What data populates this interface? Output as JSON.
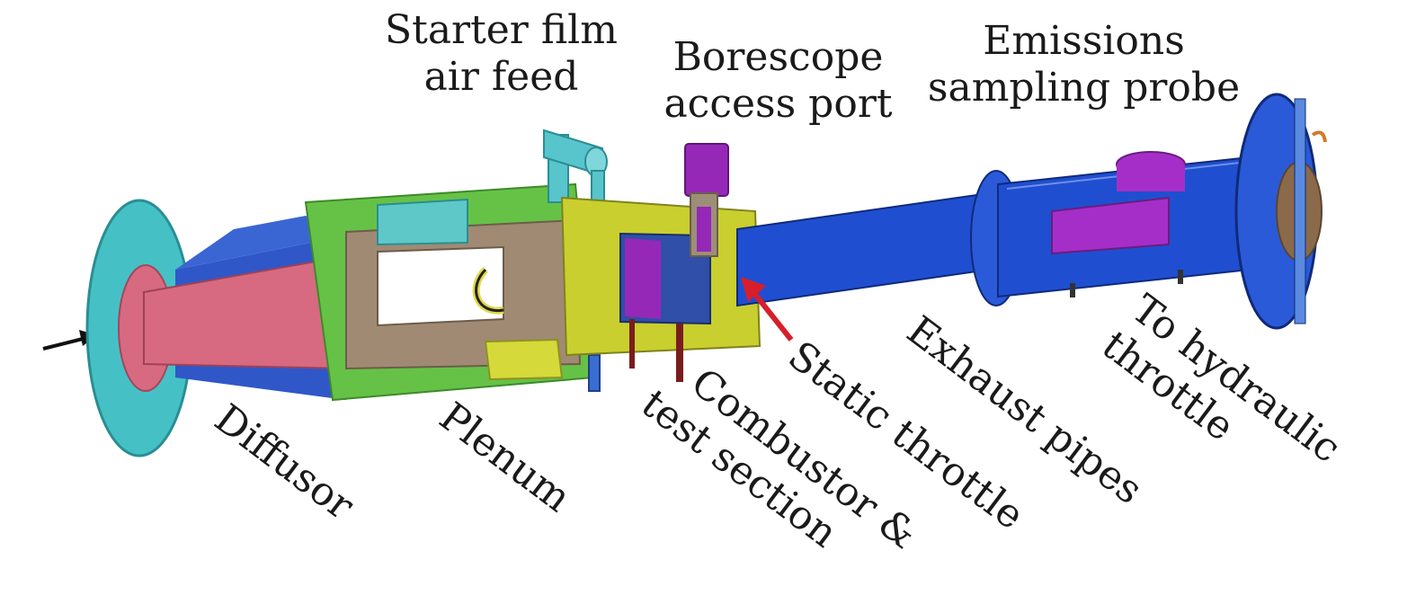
{
  "labels": {
    "starter_film": [
      "Starter film",
      "air feed"
    ],
    "borescope": [
      "Borescope",
      "access port"
    ],
    "emissions": [
      "Emissions",
      "sampling probe"
    ],
    "diffusor": "Diffusor",
    "plenum": "Plenum",
    "combustor": [
      "Combustor &",
      "test section"
    ],
    "static_throttle": "Static throttle",
    "exhaust_pipes": "Exhaust pipes",
    "hydraulic_throttle": [
      "To hydraulic",
      "throttle"
    ]
  },
  "colors": {
    "diffusor_flange": "#45c1c6",
    "diffusor_cone": "#d76a80",
    "diffusor_shell": "#2f57c8",
    "plenum_body": "#a08a74",
    "plenum_green": "#66c246",
    "plenum_yellow": "#d5d93a",
    "combustor_yellow": "#c9cf2e",
    "borescope_purple": "#9628b8",
    "exhaust_blue": "#1f4fd0",
    "probe_purple": "#a52ec8",
    "arrow_red": "#d81e2a",
    "air_feed_cyan": "#58c4cc"
  }
}
